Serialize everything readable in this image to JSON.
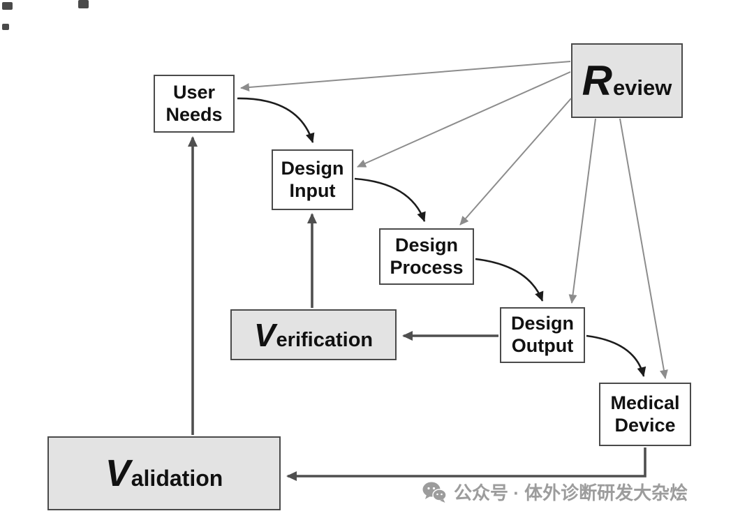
{
  "diagram": {
    "boxes": {
      "user_needs": {
        "line1": "User",
        "line2": "Needs"
      },
      "design_input": {
        "line1": "Design",
        "line2": "Input"
      },
      "design_process": {
        "line1": "Design",
        "line2": "Process"
      },
      "design_output": {
        "line1": "Design",
        "line2": "Output"
      },
      "medical_device": {
        "line1": "Medical",
        "line2": "Device"
      },
      "review": {
        "initial": "R",
        "rest": "eview"
      },
      "verification": {
        "initial": "V",
        "rest": "erification"
      },
      "validation": {
        "initial": "V",
        "rest": "alidation"
      }
    },
    "colors": {
      "box_border": "#4a4a4a",
      "gray_box_bg": "#e3e3e3",
      "white_box_bg": "#ffffff",
      "curved_arrow": "#1c1c1c",
      "review_arrow": "#8c8c8c",
      "flow_arrow": "#4f4f4f",
      "watermark": "#9c9c9c"
    }
  },
  "watermark": {
    "text": "公众号 · 体外诊断研发大杂烩"
  }
}
